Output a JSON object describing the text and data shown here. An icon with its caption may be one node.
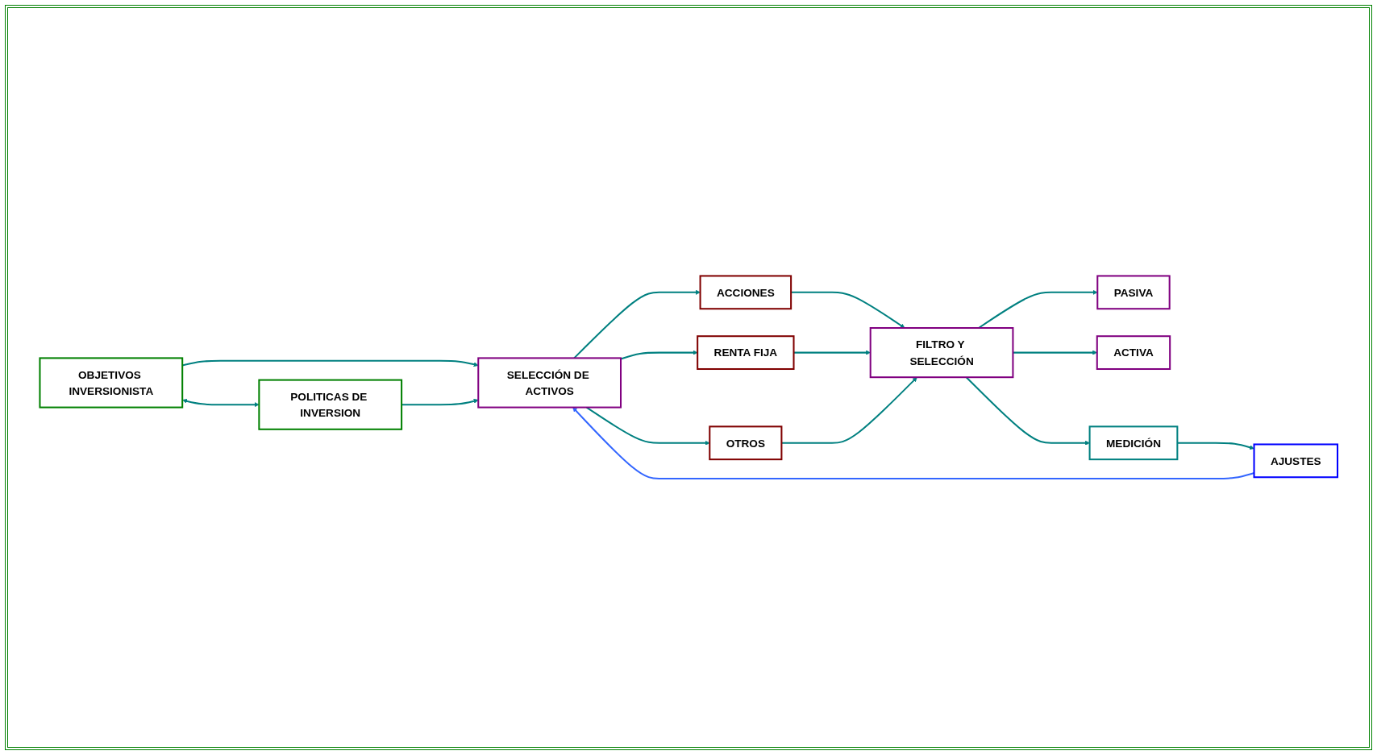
{
  "diagram": {
    "nodes": [
      {
        "text": [
          "OBJETIVOS INVERSIONISTA"
        ]
      },
      {
        "text": [
          "POLITICAS DE INVERSION"
        ]
      },
      {
        "text": [
          "SELECCIÓN DE ACTIVOS"
        ]
      },
      {
        "text": [
          "ACCIONES"
        ]
      },
      {
        "text": [
          "RENTA FIJA"
        ]
      },
      {
        "text": [
          "OTROS"
        ]
      },
      {
        "text": [
          "PASIVA"
        ]
      },
      {
        "text": [
          "FILTRO Y SELECCIÓN"
        ]
      },
      {
        "text": [
          "ACTIVA"
        ]
      },
      {
        "text": [
          "MEDICIÓN"
        ]
      },
      {
        "text": [
          "AJUSTES"
        ]
      }
    ],
    "edges": [
      {
        "from": 0,
        "to": 1,
        "arrow": "both"
      },
      {
        "from": 0,
        "to": 2,
        "arrow": "to"
      },
      {
        "from": 1,
        "to": 2,
        "arrow": "to"
      },
      {
        "from": 2,
        "to": 3,
        "arrow": "to"
      },
      {
        "from": 2,
        "to": 4,
        "arrow": "to"
      },
      {
        "from": 2,
        "to": 5,
        "arrow": "to"
      },
      {
        "from": 3,
        "to": 7,
        "arrow": "to"
      },
      {
        "from": 4,
        "to": 7,
        "arrow": "to"
      },
      {
        "from": 5,
        "to": 7,
        "arrow": "to"
      },
      {
        "from": 7,
        "to": 6,
        "arrow": "to"
      },
      {
        "from": 7,
        "to": 8,
        "arrow": "to"
      },
      {
        "from": 7,
        "to": 9,
        "arrow": "to"
      },
      {
        "from": 9,
        "to": 10,
        "arrow": "to"
      },
      {
        "from": 10,
        "to": 2,
        "arrow": "to",
        "color": "#3366ff"
      }
    ]
  }
}
